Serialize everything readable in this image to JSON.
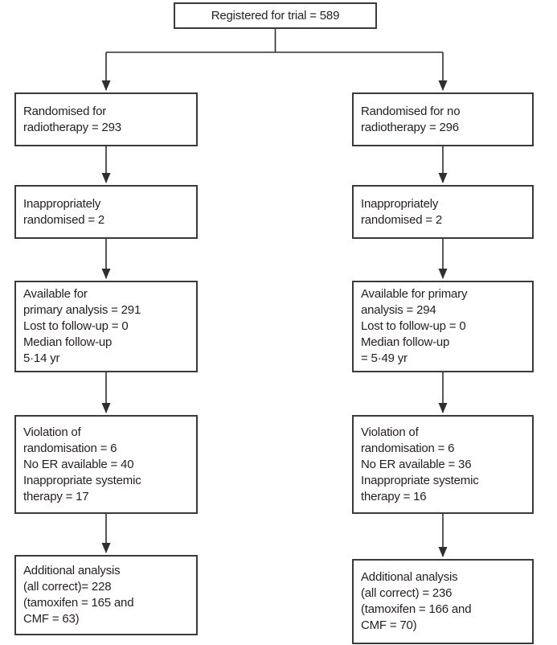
{
  "flow": {
    "title_box": {
      "lines": [
        "Registered for trial = 589"
      ]
    },
    "columns": [
      {
        "label": "radiotherapy-arm",
        "boxes": [
          {
            "lines": [
              "Randomised for",
              "radiotherapy = 293"
            ]
          },
          {
            "lines": [
              "Inappropriately",
              "randomised = 2"
            ]
          },
          {
            "lines": [
              "Available for",
              "primary analysis = 291",
              "Lost to follow-up = 0",
              "Median follow-up",
              "5·14 yr"
            ]
          },
          {
            "lines": [
              "Violation of",
              "randomisation = 6",
              "No ER available = 40",
              "Inappropriate systemic",
              "therapy = 17"
            ]
          },
          {
            "lines": [
              "Additional analysis",
              "(all correct)= 228",
              "(tamoxifen = 165 and",
              "CMF = 63)"
            ]
          }
        ]
      },
      {
        "label": "no-radiotherapy-arm",
        "boxes": [
          {
            "lines": [
              "Randomised for no",
              "radiotherapy = 296"
            ]
          },
          {
            "lines": [
              "Inappropriately",
              "randomised = 2"
            ]
          },
          {
            "lines": [
              "Available for primary",
              "analysis = 294",
              "Lost to follow-up = 0",
              "Median follow-up",
              "= 5·49 yr"
            ]
          },
          {
            "lines": [
              "Violation of",
              "randomisation = 6",
              "No ER available = 36",
              "Inappropriate systemic",
              "therapy = 16"
            ]
          },
          {
            "lines": [
              "Additional analysis",
              "(all correct) = 236",
              "(tamoxifen = 166 and",
              "CMF = 70)"
            ]
          }
        ]
      }
    ],
    "colors": {
      "line": "#2f2f2f",
      "text": "#231f20",
      "box_border": "#3a3a3a",
      "background": "#ffffff"
    }
  }
}
